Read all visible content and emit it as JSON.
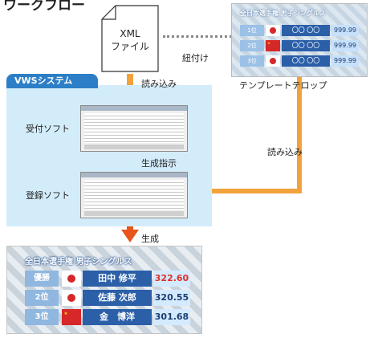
{
  "title": "ワークフロー",
  "xml_file": {
    "line1": "XML",
    "line2": "ファイル"
  },
  "link_label": "紐付け",
  "template": {
    "caption": "テンプレートテロップ",
    "title": "全日本選手権 男子シングルス",
    "rows": [
      {
        "rank": "1位",
        "flag": "japan",
        "name": "〇〇 〇〇",
        "score": "999.99"
      },
      {
        "rank": "2位",
        "flag": "china",
        "name": "〇〇 〇〇",
        "score": "999.99"
      },
      {
        "rank": "3位",
        "flag": "japan",
        "name": "〇〇 〇〇",
        "score": "999.99"
      }
    ]
  },
  "vws": {
    "label": "VWSシステム",
    "reception_label": "受付ソフト",
    "registration_label": "登録ソフト"
  },
  "steps": {
    "read_in_1": "読み込み",
    "generate_instruction": "生成指示",
    "read_in_2": "読み込み",
    "generate": "生成"
  },
  "result": {
    "title": "全日本選手権 男子シングルス",
    "rows": [
      {
        "rank": "優勝",
        "flag": "japan",
        "name": "田中 修平",
        "score": "322.60",
        "score_color": "#e0302a"
      },
      {
        "rank": "2位",
        "flag": "japan",
        "name": "佐藤 次郎",
        "score": "320.55",
        "score_color": "#1d3d70"
      },
      {
        "rank": "3位",
        "flag": "china",
        "name": "金　博洋",
        "score": "301.68",
        "score_color": "#1d3d70"
      }
    ]
  },
  "colors": {
    "arrow": "#f2a23c",
    "arrow_head": "#e8551c",
    "vws_panel": "#d3ecfa",
    "vws_tab": "#2c7fc6"
  }
}
